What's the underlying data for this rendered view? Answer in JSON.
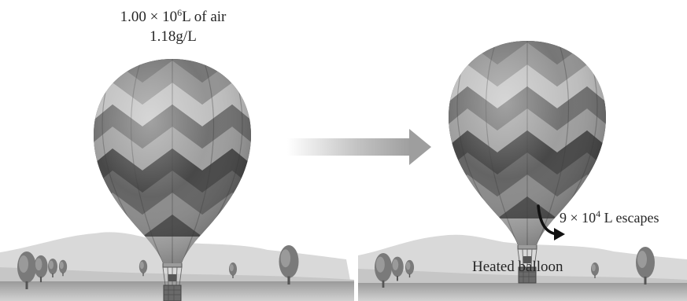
{
  "left_panel": {
    "volume_prefix": "1.00 × 10",
    "volume_exponent": "6",
    "volume_suffix": "L of air",
    "density": "1.18g/L"
  },
  "right_panel": {
    "escape_prefix": "9 × 10",
    "escape_exponent": "4",
    "escape_suffix": " L escapes",
    "caption": "Heated balloon"
  },
  "icons": [
    "hot-air-balloon-icon",
    "process-arrow-icon",
    "escape-arrow-icon",
    "tree-icon"
  ]
}
